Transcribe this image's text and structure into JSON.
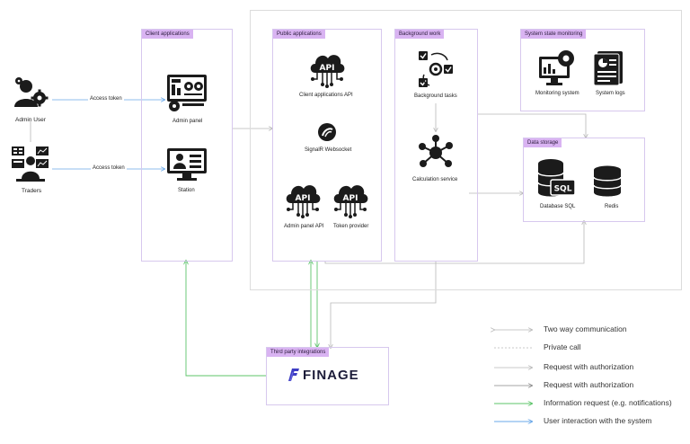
{
  "actors": {
    "admin_user": "Admin User",
    "traders": "Traders"
  },
  "edges": {
    "access_token_admin": "Access token",
    "access_token_traders": "Access token"
  },
  "groups": {
    "client_applications": {
      "title": "Client applications",
      "items": {
        "admin_panel": "Admin panel",
        "station": "Station"
      }
    },
    "public_applications": {
      "title": "Public applications",
      "items": {
        "client_api": "Client applications API",
        "signalr": "SignalR Websocket",
        "admin_api": "Admin panel API",
        "token_provider": "Token provider"
      }
    },
    "background_work": {
      "title": "Background work",
      "items": {
        "background_tasks": "Background tasks",
        "calculation_service": "Calculation service"
      }
    },
    "system_state_monitoring": {
      "title": "System state monitoring",
      "items": {
        "monitoring_system": "Monitoring system",
        "system_logs": "System logs"
      }
    },
    "data_storage": {
      "title": "Data storage",
      "items": {
        "database_sql": "Database SQL",
        "redis": "Redis"
      }
    },
    "third_party": {
      "title": "Third party integrations",
      "logo_text": "FINAGE"
    }
  },
  "icon_text": {
    "api": "API",
    "sql": "SQL"
  },
  "legend": [
    {
      "label": "Two way communication",
      "style": "two-way"
    },
    {
      "label": "Private call",
      "style": "dashed"
    },
    {
      "label": "Request with authorization",
      "style": "arrow"
    },
    {
      "label": "Request with authorization",
      "style": "arrow-dark"
    },
    {
      "label": "Information request (e.g. notifications)",
      "style": "green"
    },
    {
      "label": "User interaction with the system",
      "style": "blue"
    }
  ],
  "colors": {
    "group_border": "#d7c8ee",
    "tag_bg": "#d9b3f2",
    "green": "#5cc46a",
    "blue": "#6aa8e8",
    "gray": "#b8b8b8"
  }
}
